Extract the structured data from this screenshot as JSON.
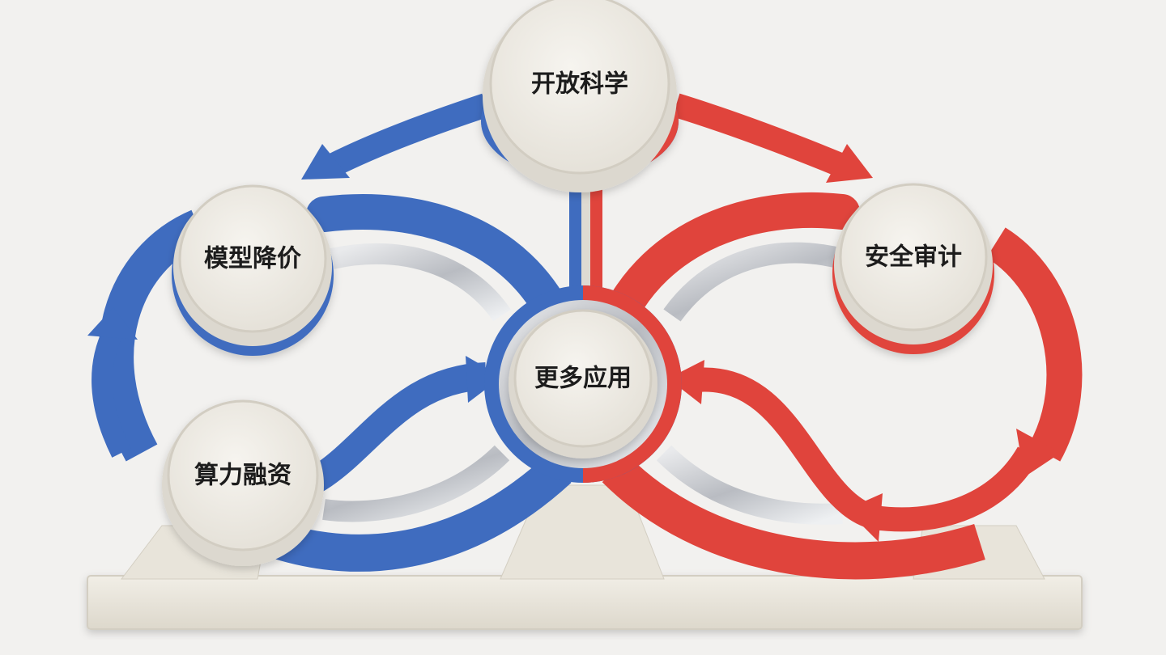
{
  "diagram": {
    "nodes": {
      "open_science": {
        "label": "开放科学"
      },
      "model_price_cut": {
        "label": "模型降价"
      },
      "compute_financing": {
        "label": "算力融资"
      },
      "more_applications": {
        "label": "更多应用"
      },
      "security_audit": {
        "label": "安全审计"
      }
    },
    "colors": {
      "blue_loop": "#3f6cbf",
      "red_loop": "#e0443c",
      "disc_face": "#efece6",
      "disc_edge": "#d9d5cc",
      "metal": "#c9cbcf",
      "base": "#ebe7dd",
      "background": "#f2f1ef"
    }
  }
}
